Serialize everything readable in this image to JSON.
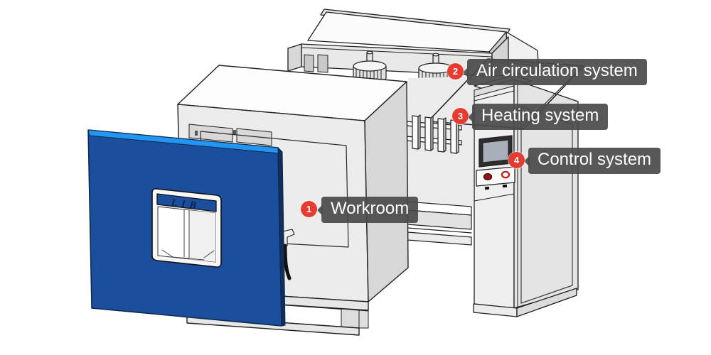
{
  "diagram": {
    "brand_logo": "LIB",
    "callouts": [
      {
        "number": "1",
        "label": "Workroom"
      },
      {
        "number": "2",
        "label": "Air circulation system"
      },
      {
        "number": "3",
        "label": "Heating system"
      },
      {
        "number": "4",
        "label": "Control system"
      }
    ],
    "colors": {
      "marker_red": "#e63b30",
      "label_background": "#4a4a4a",
      "label_text": "#ffffff",
      "door_blue": "#1b4f9e",
      "door_edge_highlight": "#2196f3",
      "machine_light_gray": "#ececec",
      "machine_side_gray": "#d7d7d7",
      "outline_black": "#1f1f1f",
      "screen_gray": "#a9afba",
      "knob_red": "#9b1313"
    }
  }
}
